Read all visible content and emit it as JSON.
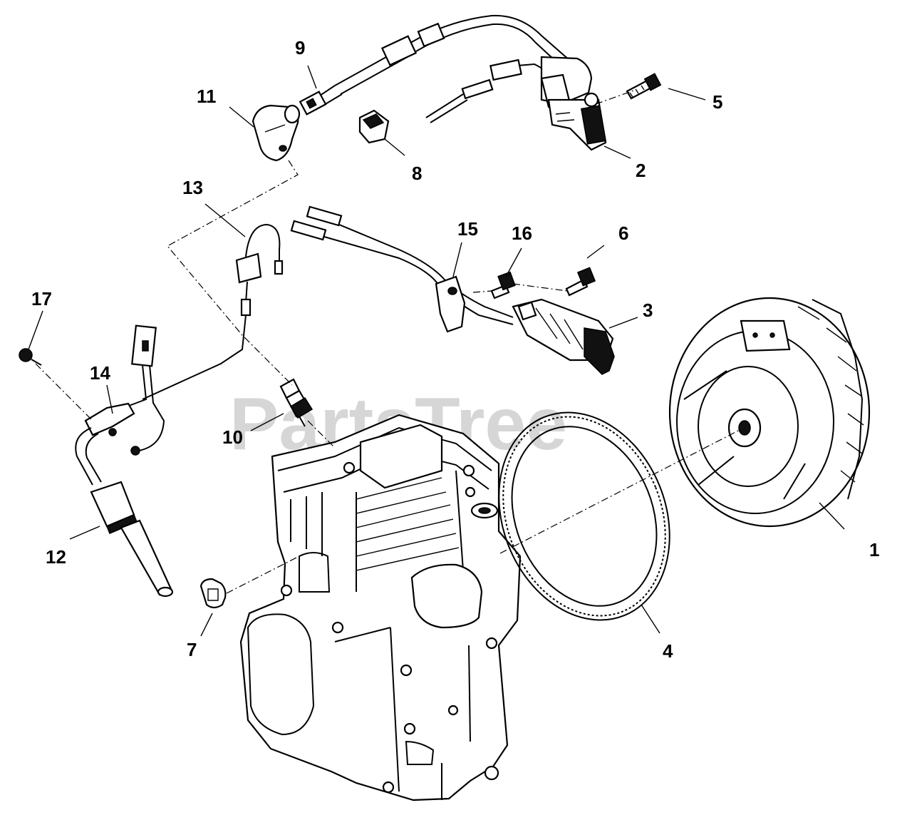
{
  "watermark": "PartsTree",
  "part_labels": {
    "p1": "1",
    "p2": "2",
    "p3": "3",
    "p4": "4",
    "p5": "5",
    "p6": "6",
    "p7": "7",
    "p8": "8",
    "p9": "9",
    "p10": "10",
    "p11": "11",
    "p12": "12",
    "p13": "13",
    "p14": "14",
    "p15": "15",
    "p16": "16",
    "p17": "17"
  },
  "colors": {
    "line": "#000000",
    "watermark": "#d6d6d6",
    "background": "#ffffff"
  }
}
